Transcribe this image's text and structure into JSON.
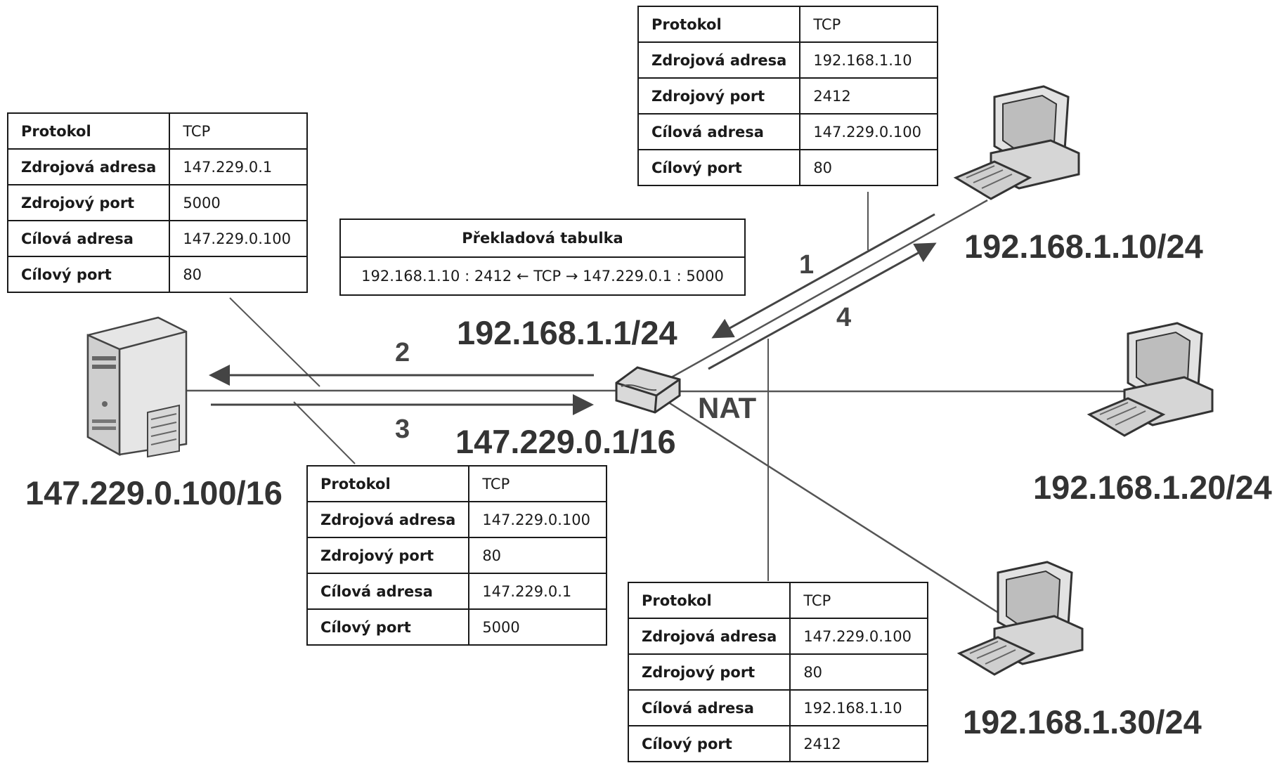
{
  "nodes": {
    "server": {
      "label": "147.229.0.100/16"
    },
    "router_inside": {
      "label": "192.168.1.1/24"
    },
    "router_outside": {
      "label": "147.229.0.1/16"
    },
    "router_tag": "NAT",
    "pc1": {
      "label": "192.168.1.10/24"
    },
    "pc2": {
      "label": "192.168.1.20/24"
    },
    "pc3": {
      "label": "192.168.1.30/24"
    }
  },
  "steps": [
    "1",
    "2",
    "3",
    "4"
  ],
  "translation_table": {
    "title": "Překladová tabulka",
    "entry": "192.168.1.10 : 2412 ← TCP → 147.229.0.1 : 5000"
  },
  "packets": {
    "step1": {
      "rows": [
        {
          "key": "Protokol",
          "value": "TCP"
        },
        {
          "key": "Zdrojová adresa",
          "value": "192.168.1.10"
        },
        {
          "key": "Zdrojový port",
          "value": "2412"
        },
        {
          "key": "Cílová adresa",
          "value": "147.229.0.100"
        },
        {
          "key": "Cílový port",
          "value": "80"
        }
      ]
    },
    "step2": {
      "rows": [
        {
          "key": "Protokol",
          "value": "TCP"
        },
        {
          "key": "Zdrojová adresa",
          "value": "147.229.0.1"
        },
        {
          "key": "Zdrojový port",
          "value": "5000"
        },
        {
          "key": "Cílová adresa",
          "value": "147.229.0.100"
        },
        {
          "key": "Cílový port",
          "value": "80"
        }
      ]
    },
    "step3": {
      "rows": [
        {
          "key": "Protokol",
          "value": "TCP"
        },
        {
          "key": "Zdrojová adresa",
          "value": "147.229.0.100"
        },
        {
          "key": "Zdrojový port",
          "value": "80"
        },
        {
          "key": "Cílová adresa",
          "value": "147.229.0.1"
        },
        {
          "key": "Cílový port",
          "value": "5000"
        }
      ]
    },
    "step4": {
      "rows": [
        {
          "key": "Protokol",
          "value": "TCP"
        },
        {
          "key": "Zdrojová adresa",
          "value": "147.229.0.100"
        },
        {
          "key": "Zdrojový port",
          "value": "80"
        },
        {
          "key": "Cílová adresa",
          "value": "192.168.1.10"
        },
        {
          "key": "Cílový port",
          "value": "2412"
        }
      ]
    }
  }
}
